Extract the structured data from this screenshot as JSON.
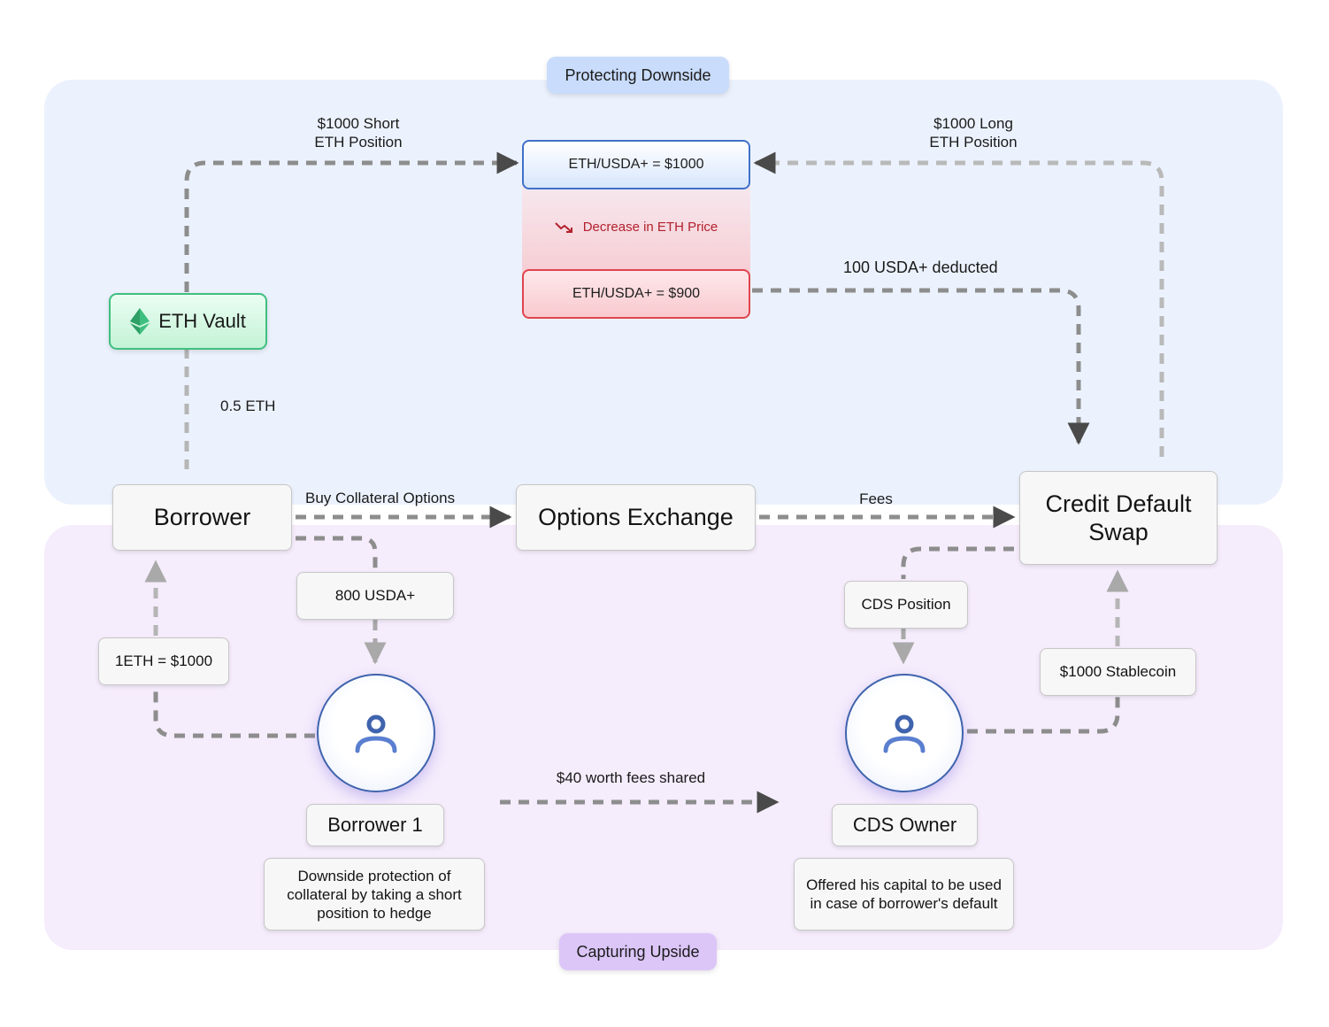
{
  "sections": {
    "top": "Protecting Downside",
    "bottom": "Capturing Upside"
  },
  "prices": {
    "high": "ETH/USDA+ = $1000",
    "change": "Decrease in ETH Price",
    "low": "ETH/USDA+ = $900"
  },
  "nodes": {
    "eth_vault": "ETH Vault",
    "borrower": "Borrower",
    "options_exchange": "Options Exchange",
    "cds_line1": "Credit Default",
    "cds_line2": "Swap",
    "usda_800": "800 USDA+",
    "eth_1000": "1ETH = $1000",
    "cds_position": "CDS Position",
    "stablecoin_1000": "$1000 Stablecoin",
    "borrower1": "Borrower 1",
    "cds_owner": "CDS Owner",
    "borrower1_desc": "Downside protection of collateral by taking a short position to hedge",
    "cds_owner_desc": "Offered his capital to be used in case of borrower's default"
  },
  "edge_labels": {
    "short_line1": "$1000 Short",
    "short_line2": "ETH Position",
    "long_line1": "$1000 Long",
    "long_line2": "ETH Position",
    "deducted": "100 USDA+ deducted",
    "eth_05": "0.5 ETH",
    "buy_options": "Buy Collateral Options",
    "fees": "Fees",
    "fees_shared": "$40 worth fees shared"
  },
  "colors": {
    "top_panel": "#ecf2fd",
    "bottom_panel": "#f5ecfc",
    "vault_border": "#3fbf7f",
    "high_price_border": "#3f71c9",
    "low_price_border": "#e0444f",
    "decrease_text": "#b3202d"
  }
}
